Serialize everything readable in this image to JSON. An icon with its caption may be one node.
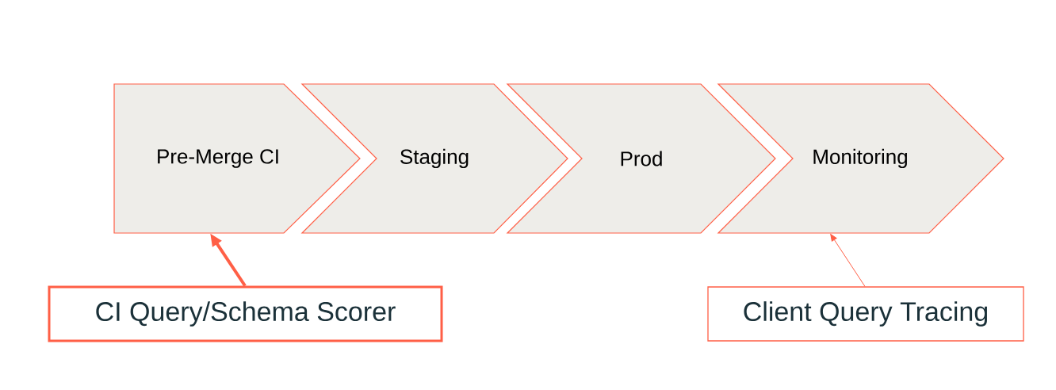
{
  "diagram": {
    "nodes": [
      {
        "text": [
          "Pre-Merge CI"
        ]
      },
      {
        "text": [
          "Staging"
        ]
      },
      {
        "text": [
          "Prod"
        ]
      },
      {
        "text": [
          "Monitoring"
        ]
      },
      {
        "text": [
          "CI Query/Schema Scorer"
        ]
      },
      {
        "text": [
          "Client Query Tracing"
        ]
      }
    ],
    "edges": [
      {
        "from": 4,
        "to": 0,
        "arrow": "to",
        "style": "thick"
      },
      {
        "from": 5,
        "to": 3,
        "arrow": "to"
      }
    ]
  }
}
